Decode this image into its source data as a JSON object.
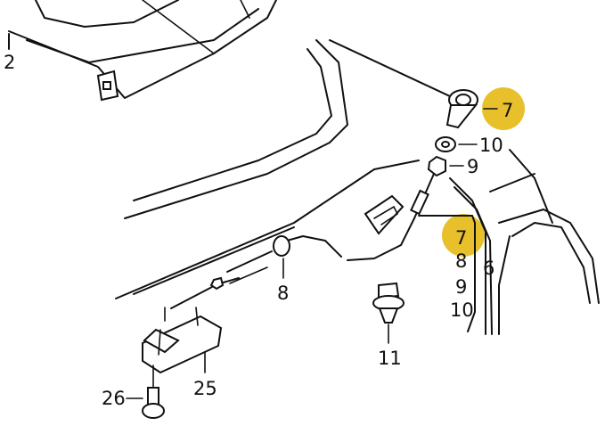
{
  "colors": {
    "highlight": "#E8C02C",
    "line": "#111111"
  },
  "labels": {
    "l2": "2",
    "l7_top": "7",
    "l10_top": "10",
    "l9_top": "9",
    "l7_mid": "7",
    "l8_mid": "8",
    "l9_mid": "9",
    "l10_mid": "10",
    "l6": "6",
    "l8_cable": "8",
    "l11": "11",
    "l25": "25",
    "l26": "26"
  }
}
